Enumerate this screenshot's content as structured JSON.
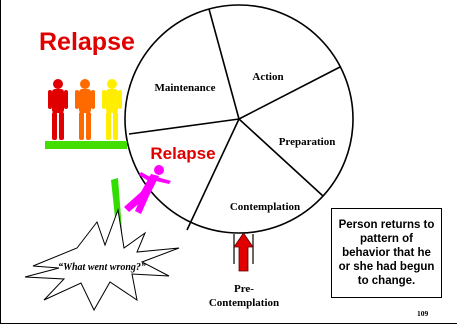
{
  "slide": {
    "title": "Relapse",
    "title_color": "#e00000",
    "page_number": "109"
  },
  "wheel": {
    "stages": [
      {
        "key": "action",
        "label": "Action"
      },
      {
        "key": "preparation",
        "label": "Preparation"
      },
      {
        "key": "contemplation",
        "label": "Contemplation"
      },
      {
        "key": "relapse",
        "label": "Relapse",
        "color": "#e00000"
      },
      {
        "key": "maintenance",
        "label": "Maintenance"
      }
    ],
    "entry_label_line1": "Pre-",
    "entry_label_line2": "Contemplation",
    "arrow_color": "#e00000"
  },
  "figures": {
    "people_colors": [
      "#e00000",
      "#ff6a00",
      "#ffee00"
    ],
    "platform_color": "#44dd00",
    "slipping_person_color": "#ff00ff",
    "ramp_color": "#33dd00"
  },
  "callout": {
    "burst_text": "“What went wrong?”"
  },
  "note": {
    "text": "Person returns to pattern of behavior that he or she had begun to change."
  }
}
